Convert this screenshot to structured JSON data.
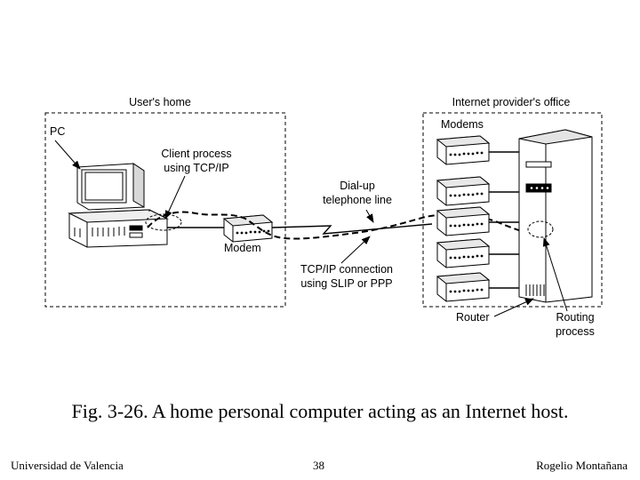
{
  "diagram": {
    "users_home_title": "User's home",
    "provider_title": "Internet provider's office",
    "pc_label": "PC",
    "client_process_line1": "Client process",
    "client_process_line2": "using TCP/IP",
    "dialup_line1": "Dial-up",
    "dialup_line2": "telephone line",
    "modem_label": "Modem",
    "tcpip_line1": "TCP/IP connection",
    "tcpip_line2": "using SLIP or PPP",
    "modems_label": "Modems",
    "router_label": "Router",
    "routing_line1": "Routing",
    "routing_line2": "process"
  },
  "caption": "Fig. 3-26. A home personal computer acting as an Internet host.",
  "footer": {
    "left": "Universidad de Valencia",
    "page": "38",
    "right": "Rogelio Montañana"
  }
}
